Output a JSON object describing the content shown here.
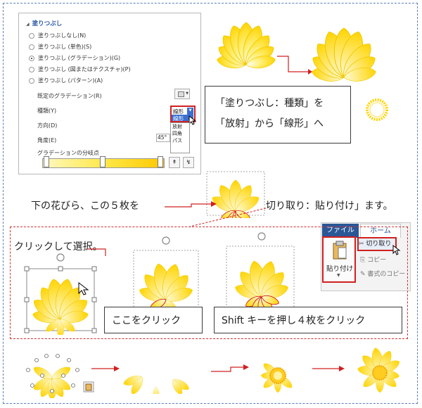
{
  "pane": {
    "title": "塗りつぶし",
    "options": [
      {
        "label": "塗りつぶしなし(N)",
        "selected": false
      },
      {
        "label": "塗りつぶし (単色)(S)",
        "selected": false
      },
      {
        "label": "塗りつぶし (グラデーション)(G)",
        "selected": true
      },
      {
        "label": "塗りつぶし (図またはテクスチャ)(P)",
        "selected": false
      },
      {
        "label": "塗りつぶし (パターン)(A)",
        "selected": false
      }
    ],
    "preset_label": "既定のグラデーション(R)",
    "type_label": "種類(Y)",
    "direction_label": "方向(D)",
    "angle_label": "角度(E)",
    "angle_value": "45°",
    "stops_label": "グラデーションの分岐点",
    "type_current": "線形",
    "type_highlight": "線形",
    "type_options": [
      "放射",
      "四角",
      "パス"
    ]
  },
  "callouts": {
    "main_line1": "「塗りつぶし：種類」を",
    "main_line2": "「放射」から「線形」へ",
    "petals_text": "下の花びら、この５枚を",
    "cut_paste_text": "切り取り：貼り付け」ます。",
    "click_select": "クリックして選択。",
    "click_here": "ここをクリック",
    "shift_click": "Shift キーを押し４枚をクリック"
  },
  "ribbon": {
    "tab_file": "ファイル",
    "tab_home": "ホーム",
    "paste": "貼り付け",
    "cut": "切り取り",
    "copy": "コピー",
    "format_copy": "書式のコピー"
  },
  "colors": {
    "accent_red": "#d02020",
    "flower_yellow": "#ffe030",
    "flower_light": "#fff7b0",
    "ribbon_blue": "#2b5797"
  }
}
